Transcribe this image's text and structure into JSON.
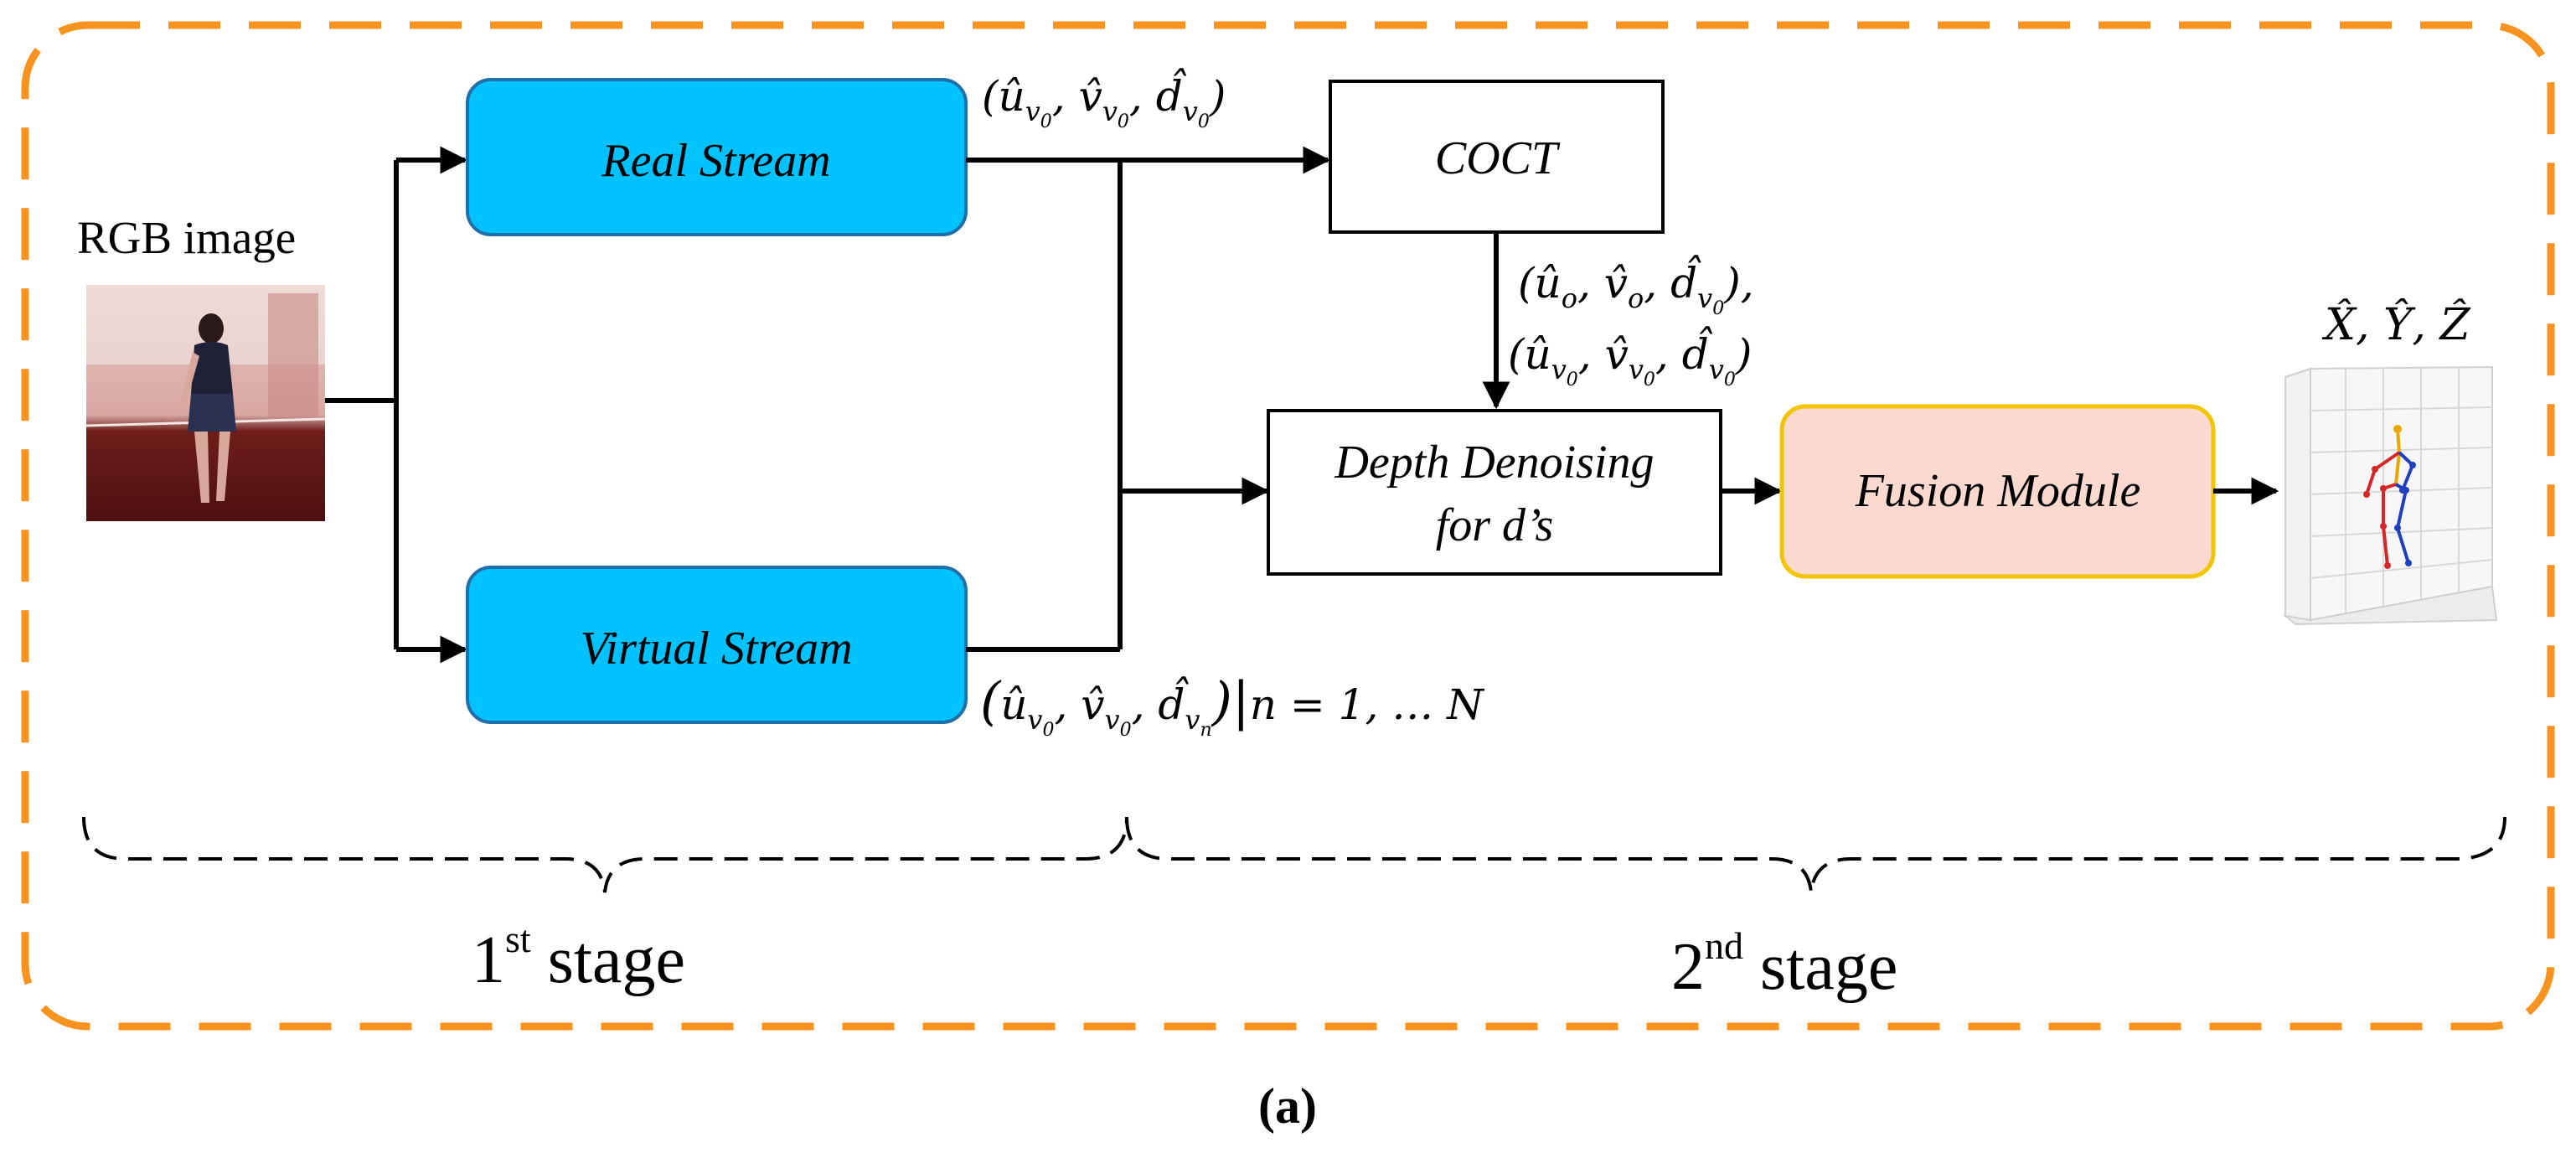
{
  "colors": {
    "frame": "#F7931E",
    "stream_fill": "#00C2FF",
    "stream_stroke": "#1F6FA8",
    "fusion_fill": "#FCD9CF",
    "fusion_stroke": "#F2C500",
    "line": "#000000"
  },
  "input": {
    "label": "RGB image"
  },
  "nodes": {
    "real_stream": "Real Stream",
    "virtual_stream": "Virtual Stream",
    "coct": "COCT",
    "depth_denoising_line1": "Depth Denoising",
    "depth_denoising_line2": "for d’s",
    "fusion_module": "Fusion Module"
  },
  "edge_labels": {
    "real_out": [
      "(",
      "û",
      "v",
      "0",
      ", ",
      "v̂",
      "v",
      "0",
      ", ",
      "d̂",
      "v",
      "0",
      ")"
    ],
    "coct_out_1": [
      "(",
      "û",
      "o",
      ", ",
      "v̂",
      "o",
      ", ",
      "d̂",
      "v",
      "0",
      "),"
    ],
    "coct_out_2": [
      "(",
      "û",
      "v",
      "0",
      ", ",
      "v̂",
      "v",
      "0",
      ", ",
      "d̂",
      "v",
      "0",
      ")"
    ],
    "virtual_out": [
      "(",
      "û",
      "v",
      "0",
      ", ",
      "v̂",
      "v",
      "0",
      ", ",
      "d̂",
      "v",
      "n",
      ")|",
      "n = 1, … N"
    ]
  },
  "output": {
    "label": "X̂, Ŷ, Ẑ"
  },
  "stages": {
    "stage1_num": "1",
    "stage1_sup": "st",
    "stage1_word": " stage",
    "stage2_num": "2",
    "stage2_sup": "nd",
    "stage2_word": " stage"
  },
  "caption": "(a)",
  "icons": [
    "rgb-photo-thumbnail",
    "3d-skeleton-plot-icon"
  ]
}
